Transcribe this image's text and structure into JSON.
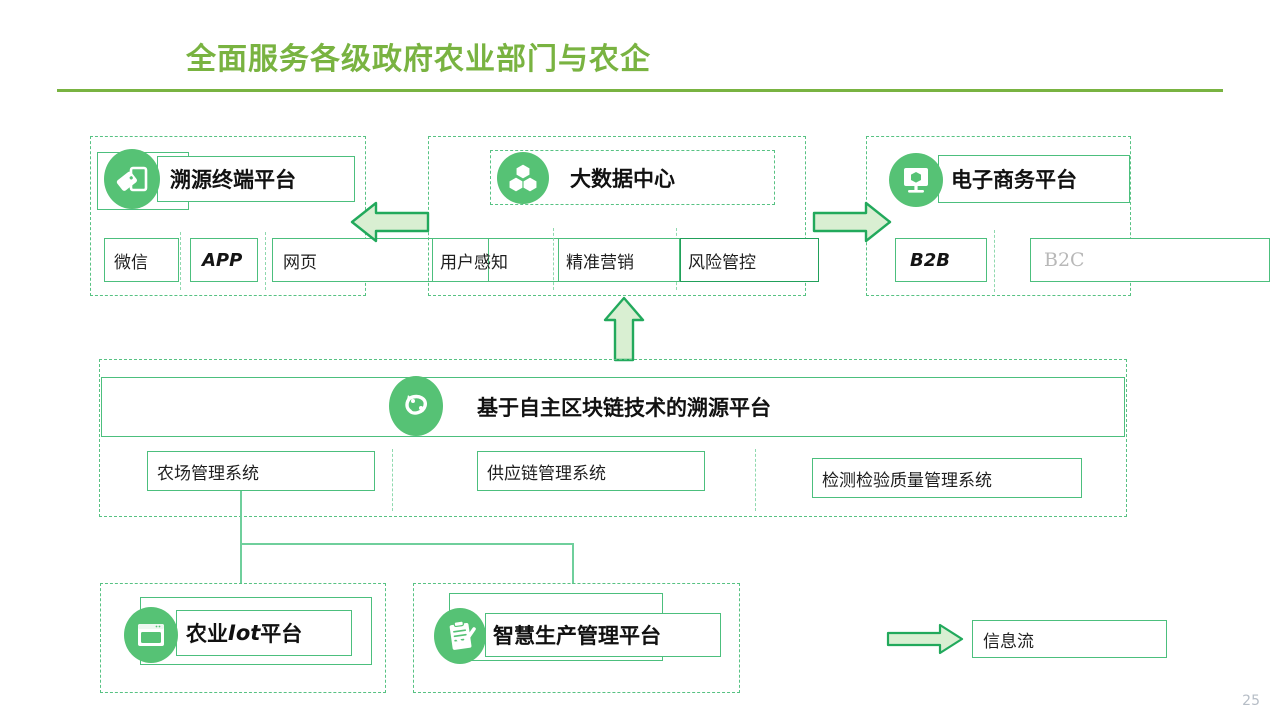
{
  "slide": {
    "title": "全面服务各级政府农业部门与农企",
    "page_number": "25",
    "accent_color": "#79b341",
    "border_color": "#4cbf7d",
    "dashed_color": "#57c283",
    "icon_fill": "#56c275",
    "arrow_fill": "#d9efd2",
    "arrow_stroke": "#22a95c"
  },
  "top_row": {
    "terminal": {
      "header": "溯源终端平台",
      "icon": "tag-icon",
      "items": [
        {
          "label": "微信",
          "style": "serif"
        },
        {
          "label": "APP",
          "style": "italic"
        },
        {
          "label": "网页",
          "style": "serif"
        }
      ]
    },
    "bigdata": {
      "header": "大数据中心",
      "icon": "cubes-icon",
      "items": [
        {
          "label": "用户感知",
          "style": "serif"
        },
        {
          "label": "精准营销",
          "style": "serif"
        },
        {
          "label": "风险管控",
          "style": "serif"
        }
      ]
    },
    "ecommerce": {
      "header": "电子商务平台",
      "icon": "monitor-box-icon",
      "items": [
        {
          "label": "B2B",
          "style": "italic"
        },
        {
          "label": "B2C",
          "style": "muted"
        }
      ]
    }
  },
  "platform": {
    "header": "基于自主区块链技术的溯源平台",
    "icon": "chain-link-icon",
    "items": [
      {
        "label": "农场管理系统"
      },
      {
        "label": "供应链管理系统"
      },
      {
        "label": "检测检验质量管理系统"
      }
    ]
  },
  "bottom_row": [
    {
      "label": "农业Iot平台",
      "icon": "window-icon",
      "label_plain": "农业",
      "label_italic": "Iot",
      "label_tail": "平台"
    },
    {
      "label": "智慧生产管理平台",
      "icon": "clipboard-check-icon"
    }
  ],
  "legend": {
    "arrow_icon": "right-arrow-icon",
    "label": "信息流"
  },
  "arrows": [
    {
      "name": "arrow-bigdata-to-terminal",
      "direction": "left"
    },
    {
      "name": "arrow-bigdata-to-ecommerce",
      "direction": "right"
    },
    {
      "name": "arrow-platform-to-bigdata",
      "direction": "up"
    }
  ]
}
